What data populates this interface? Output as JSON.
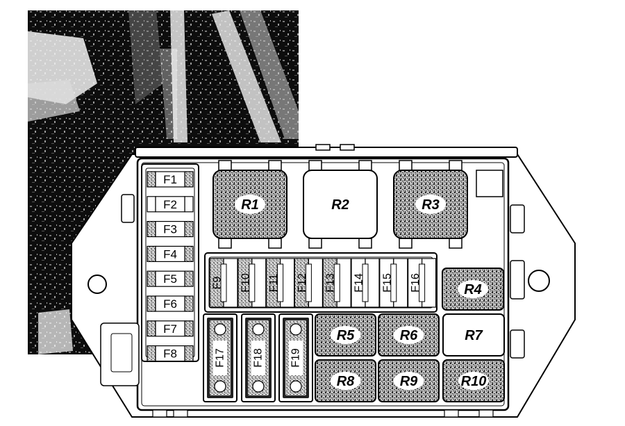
{
  "colors": {
    "ink": "#000000",
    "paper": "#ffffff",
    "texture_dark": "#222222",
    "texture_mid": "#8c8c8c",
    "texture_light": "#d9d9d9"
  },
  "fuses_left": [
    "F1",
    "F2",
    "F3",
    "F4",
    "F5",
    "F6",
    "F7",
    "F8"
  ],
  "fuses_mini": [
    "F9",
    "F10",
    "F11",
    "F12",
    "F13",
    "F14",
    "F15",
    "F16"
  ],
  "fuses_maxi": [
    "F17",
    "F18",
    "F19"
  ],
  "relays_top": [
    "R1",
    "R2",
    "R3"
  ],
  "relays_grid": [
    "R4",
    "R5",
    "R6",
    "R7",
    "R8",
    "R9",
    "R10"
  ]
}
